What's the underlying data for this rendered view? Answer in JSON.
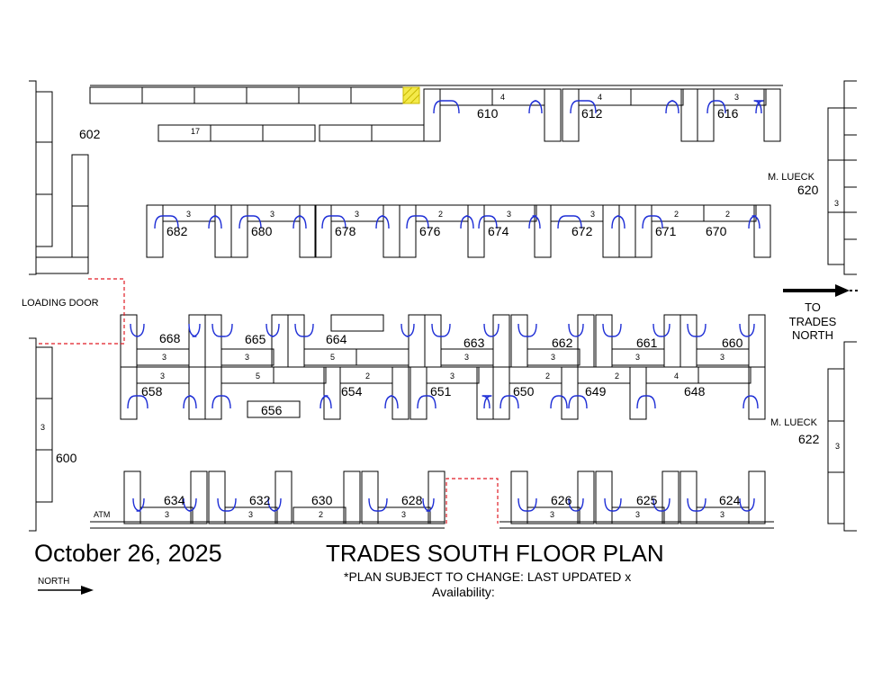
{
  "header": {
    "date": "October 26, 2025",
    "title": "TRADES SOUTH FLOOR PLAN",
    "note": "*PLAN SUBJECT TO CHANGE: LAST UPDATED x",
    "availability": "Availability:"
  },
  "compass": {
    "label": "NORTH"
  },
  "labels": {
    "loading_door": "LOADING DOOR",
    "to_trades_north": [
      "TO",
      "TRADES",
      "NORTH"
    ],
    "atm": "ATM",
    "lueck_top_name": "M. LUECK",
    "lueck_top_num": "620",
    "lueck_bottom_name": "M. LUECK",
    "lueck_bottom_num": "622"
  },
  "booths": [
    {
      "id": "602",
      "label": "602"
    },
    {
      "id": "600",
      "label": "600"
    },
    {
      "id": "610",
      "label": "610"
    },
    {
      "id": "612",
      "label": "612"
    },
    {
      "id": "616",
      "label": "616"
    },
    {
      "id": "682",
      "label": "682"
    },
    {
      "id": "680",
      "label": "680"
    },
    {
      "id": "678",
      "label": "678"
    },
    {
      "id": "676",
      "label": "676"
    },
    {
      "id": "674",
      "label": "674"
    },
    {
      "id": "672",
      "label": "672"
    },
    {
      "id": "671",
      "label": "671"
    },
    {
      "id": "670",
      "label": "670"
    },
    {
      "id": "668",
      "label": "668"
    },
    {
      "id": "665",
      "label": "665"
    },
    {
      "id": "664",
      "label": "664"
    },
    {
      "id": "663",
      "label": "663"
    },
    {
      "id": "662",
      "label": "662"
    },
    {
      "id": "661",
      "label": "661"
    },
    {
      "id": "660",
      "label": "660"
    },
    {
      "id": "658",
      "label": "658"
    },
    {
      "id": "654",
      "label": "654"
    },
    {
      "id": "651",
      "label": "651"
    },
    {
      "id": "650",
      "label": "650"
    },
    {
      "id": "649",
      "label": "649"
    },
    {
      "id": "648",
      "label": "648"
    },
    {
      "id": "656",
      "label": "656"
    },
    {
      "id": "634",
      "label": "634"
    },
    {
      "id": "632",
      "label": "632"
    },
    {
      "id": "630",
      "label": "630"
    },
    {
      "id": "628",
      "label": "628"
    },
    {
      "id": "626",
      "label": "626"
    },
    {
      "id": "625",
      "label": "625"
    },
    {
      "id": "624",
      "label": "624"
    }
  ],
  "table_counts": [
    "17",
    "4",
    "4",
    "3",
    "3",
    "3",
    "3",
    "2",
    "3",
    "3",
    "2",
    "2",
    "3",
    "3",
    "5",
    "3",
    "3",
    "3",
    "3",
    "3",
    "5",
    "2",
    "3",
    "2",
    "2",
    "4",
    "3",
    "3",
    "2",
    "3",
    "3",
    "3",
    "3",
    "3",
    "3",
    "3"
  ],
  "colors": {
    "line": "#000000",
    "seat_arc": "#1f2fd6",
    "door": "#e01b24",
    "highlight": "#f4ea4a"
  }
}
